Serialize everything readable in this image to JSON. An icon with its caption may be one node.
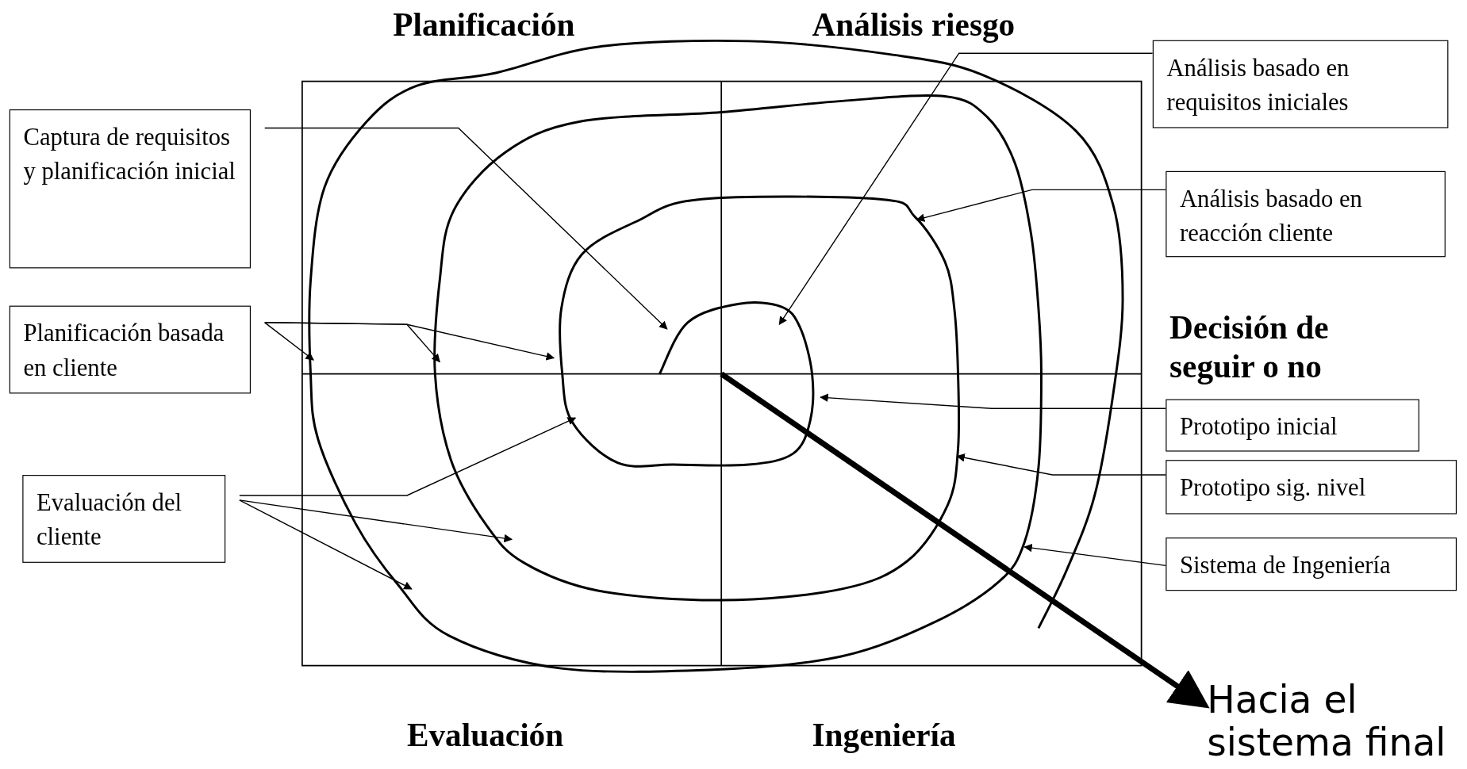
{
  "diagram": {
    "nodes": [
      {
        "text": [
          "Captura de requisitos y planificación inicial"
        ]
      },
      {
        "text": [
          "Análisis basado en requisitos  iniciales"
        ]
      },
      {
        "text": [
          "Análisis basado en reacción cliente"
        ]
      },
      {
        "text": [
          "Planificación basada en cliente"
        ]
      },
      {
        "text": [
          "Prototipo inicial"
        ]
      },
      {
        "text": [
          "Prototipo sig. nivel"
        ]
      },
      {
        "text": [
          "Evaluación del cliente"
        ]
      },
      {
        "text": [
          "Sistema de Ingeniería"
        ]
      },
      {
        "text": [
          "Hacia el sistema final"
        ]
      }
    ],
    "edges": [
      {
        "from": 0,
        "to": null,
        "arrow": "to"
      },
      {
        "from": 1,
        "to": null,
        "arrow": "to"
      },
      {
        "from": 2,
        "to": null,
        "arrow": "to"
      },
      {
        "from": 3,
        "to": null,
        "arrow": "to"
      },
      {
        "from": 3,
        "to": null,
        "arrow": "to"
      },
      {
        "from": 3,
        "to": null,
        "arrow": "to"
      },
      {
        "from": 4,
        "to": null,
        "arrow": "to"
      },
      {
        "from": 5,
        "to": null,
        "arrow": "to"
      },
      {
        "from": 6,
        "to": null,
        "arrow": "to"
      },
      {
        "from": 6,
        "to": null,
        "arrow": "to"
      },
      {
        "from": 6,
        "to": null,
        "arrow": "to"
      },
      {
        "from": 7,
        "to": null,
        "arrow": "to"
      },
      {
        "from": null,
        "to": 8,
        "arrow": "to",
        "style": "thick"
      }
    ],
    "labels": [
      "Planificación",
      "Análisis riesgo",
      "Decisión de seguir o no",
      "Evaluación",
      "Ingeniería"
    ]
  }
}
